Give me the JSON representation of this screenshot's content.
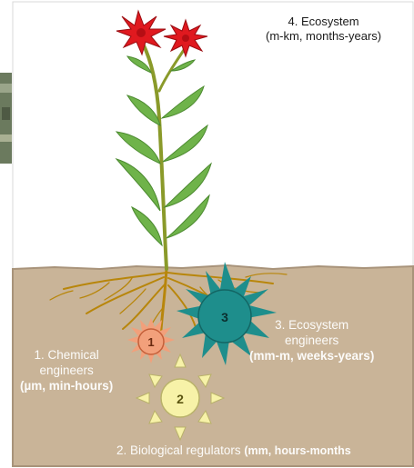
{
  "ecosystem": {
    "title": "4. Ecosystem",
    "scale": "(m-km, months-years)"
  },
  "chemical": {
    "title_1": "1. Chemical",
    "title_2": "engineers",
    "scale": "(µm, min-hours)",
    "number": "1"
  },
  "regulators": {
    "title": "2. Biological regulators",
    "scale": "(mm, hours-months",
    "number": "2"
  },
  "engineers": {
    "title_1": "3. Ecosystem",
    "title_2": "engineers",
    "scale": "(mm-m, weeks-years)",
    "number": "3"
  },
  "colors": {
    "soil": "#c9b498",
    "soil_edge": "#a8937a",
    "root": "#b8860b",
    "stem": "#8a9a2a",
    "leaf": "#6fb34a",
    "flower": "#e0191f",
    "organism1": "#f2a07b",
    "organism2": "#f7f2a8",
    "organism3": "#1e8e8c"
  },
  "icons": {
    "organism1": "small-sun-circle-icon",
    "organism2": "yellow-sun-circle-icon",
    "organism3": "teal-spiky-circle-icon",
    "photo_edge": "photo-thumbnail-edge"
  }
}
